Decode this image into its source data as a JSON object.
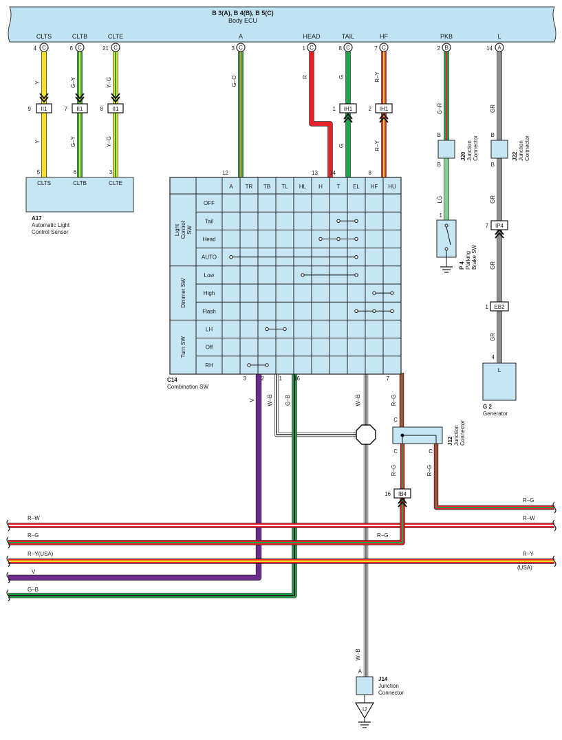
{
  "ecu": {
    "title": "B 3(A), B 4(B), B 5(C)",
    "name": "Body ECU",
    "pins": [
      {
        "id": "CLTS",
        "label": "CLTS",
        "num": "4",
        "conn": "C"
      },
      {
        "id": "CLTB",
        "label": "CLTB",
        "num": "6",
        "conn": "C"
      },
      {
        "id": "CLTE",
        "label": "CLTE",
        "num": "21",
        "conn": "C"
      },
      {
        "id": "A",
        "label": "A",
        "num": "3",
        "conn": "C"
      },
      {
        "id": "HEAD",
        "label": "HEAD",
        "num": "1",
        "conn": "C"
      },
      {
        "id": "TAIL",
        "label": "TAIL",
        "num": "8",
        "conn": "C"
      },
      {
        "id": "HF",
        "label": "HF",
        "num": "7",
        "conn": "C"
      },
      {
        "id": "PKB",
        "label": "PKB",
        "num": "2",
        "conn": "B"
      },
      {
        "id": "L",
        "label": "L",
        "num": "14",
        "conn": "A"
      }
    ]
  },
  "wires": {
    "clts": "Y",
    "cltb": "G–Y",
    "clte": "Y–G",
    "a": "G–O",
    "head": "R",
    "tail": "G",
    "hf": "R–Y",
    "pkb": "G–R",
    "pkb_lower": "LG",
    "l": "GR",
    "tr": "V",
    "tb": "W–B",
    "tl": "G–B",
    "hl": "W–B",
    "hu": "R–G",
    "j14": "W–B"
  },
  "connectors": {
    "ii1": "II1",
    "ih1": "IH1",
    "ip4": "IP4",
    "eb2": "EB2",
    "ib4": "IB4"
  },
  "pin_numbers": {
    "ii1_clts": "9",
    "ii1_cltb": "7",
    "ii1_clte": "8",
    "ih1_tail": "1",
    "ih1_hf": "2",
    "ip4": "7",
    "eb2": "1",
    "ib4": "16",
    "j20_top": "B",
    "j20_bot": "B",
    "j22_top": "B",
    "j22_bot": "B",
    "p4": "1",
    "g2": "4",
    "a17_clts": "5",
    "a17_cltb": "6",
    "a17_clte": "3",
    "c14_a": "12",
    "c14_h": "13",
    "c14_t": "14",
    "c14_hf": "8",
    "c14_tr": "3",
    "c14_tb": "2",
    "c14_tl": "1",
    "c14_hl": "16",
    "c14_hu": "7",
    "j12_in": "C",
    "j12_out1": "C",
    "j12_out2": "C",
    "j14": "A"
  },
  "a17": {
    "code": "A17",
    "name1": "Automatic Light",
    "name2": "Control Sensor",
    "pins": [
      "CLTS",
      "CLTB",
      "CLTE"
    ]
  },
  "c14": {
    "code": "C14",
    "name": "Combination SW",
    "columns": [
      "A",
      "TR",
      "TB",
      "TL",
      "HL",
      "H",
      "T",
      "EL",
      "HF",
      "HU"
    ],
    "groups": [
      {
        "name_lines": [
          "Light",
          "Control",
          "SW"
        ],
        "rows": [
          "OFF",
          "Tail",
          "Head",
          "AUTO"
        ]
      },
      {
        "name_lines": [
          "Dimmer SW"
        ],
        "rows": [
          "Low",
          "High",
          "Flash"
        ]
      },
      {
        "name_lines": [
          "Turn SW"
        ],
        "rows": [
          "LH",
          "Off",
          "RH"
        ]
      }
    ]
  },
  "j20": {
    "code": "J20",
    "name1": "Junction",
    "name2": "Connector"
  },
  "j22": {
    "code": "J22",
    "name1": "Junction",
    "name2": "Connector"
  },
  "p4": {
    "code": "P 4",
    "name1": "Parking",
    "name2": "Brake SW"
  },
  "g2": {
    "code": "G 2",
    "name": "Generator",
    "pin": "L"
  },
  "j12": {
    "code": "J12",
    "name1": "Junction",
    "name2": "Connector"
  },
  "j14": {
    "code": "J14",
    "name1": "Junction",
    "name2": "Connector",
    "ground": "IJ"
  },
  "bus": {
    "rw_left": "R–W",
    "rw_right": "R–W",
    "rg_left": "R–G",
    "rg_mid": "R–G",
    "rg_top_right": "R–G",
    "ry_left": "R–Y(USA)",
    "ry_right": "R–Y",
    "ry_right_note": "(USA)",
    "v_left": "V",
    "gb_left": "G–B"
  },
  "colors": {
    "ecu_fill": "#bfe3f1",
    "box_fill": "#c6e6f3",
    "yellow": "#f3e21f",
    "green": "#1ea54b",
    "red": "#e8232a",
    "light_green": "#86cf97",
    "gray": "#8f8f93",
    "purple": "#6c2d8e",
    "white_wire": "#ffffff"
  }
}
